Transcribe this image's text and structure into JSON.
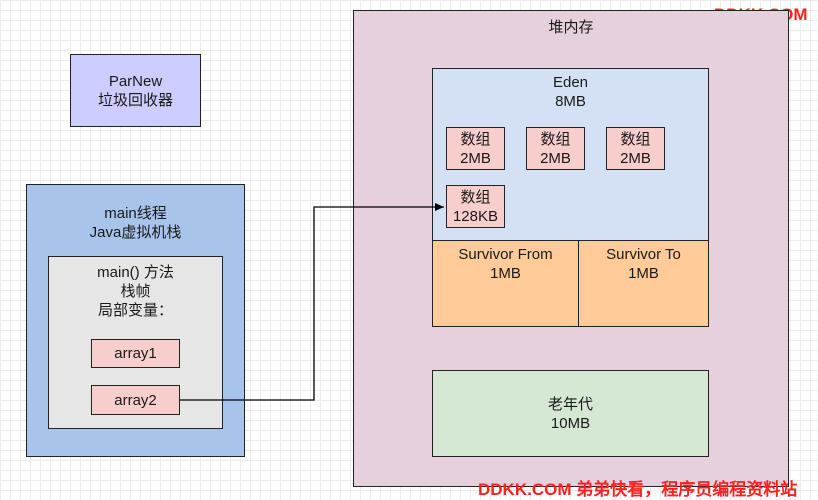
{
  "watermark_top": "DDKK.COM",
  "watermark_bottom": "DDKK.COM 弟弟快看，程序员编程资料站",
  "parnew": "ParNew\n垃圾回收器",
  "stack": {
    "title": "main线程\nJava虚拟机栈",
    "frame": "main() 方法\n栈帧\n局部变量：",
    "var1": "array1",
    "var2": "array2"
  },
  "heap": {
    "title": "堆内存",
    "eden": {
      "label": "Eden\n8MB",
      "arrays": [
        "数组\n2MB",
        "数组\n2MB",
        "数组\n2MB",
        "数组\n128KB"
      ]
    },
    "survivor_from": "Survivor From\n1MB",
    "survivor_to": "Survivor To\n1MB",
    "old": "老年代\n10MB"
  },
  "colors": {
    "parnew_fill": "#ccccff",
    "stack_fill": "#a9c4eb",
    "frame_fill": "#e6e6e6",
    "var_fill": "#f8cecc",
    "heap_fill": "#e6d0de",
    "eden_fill": "#d4e1f5",
    "array_fill": "#f8cecc",
    "survivor_fill": "#ffcc99",
    "old_fill": "#d5e8d4",
    "watermark": "#ff1f1f"
  }
}
